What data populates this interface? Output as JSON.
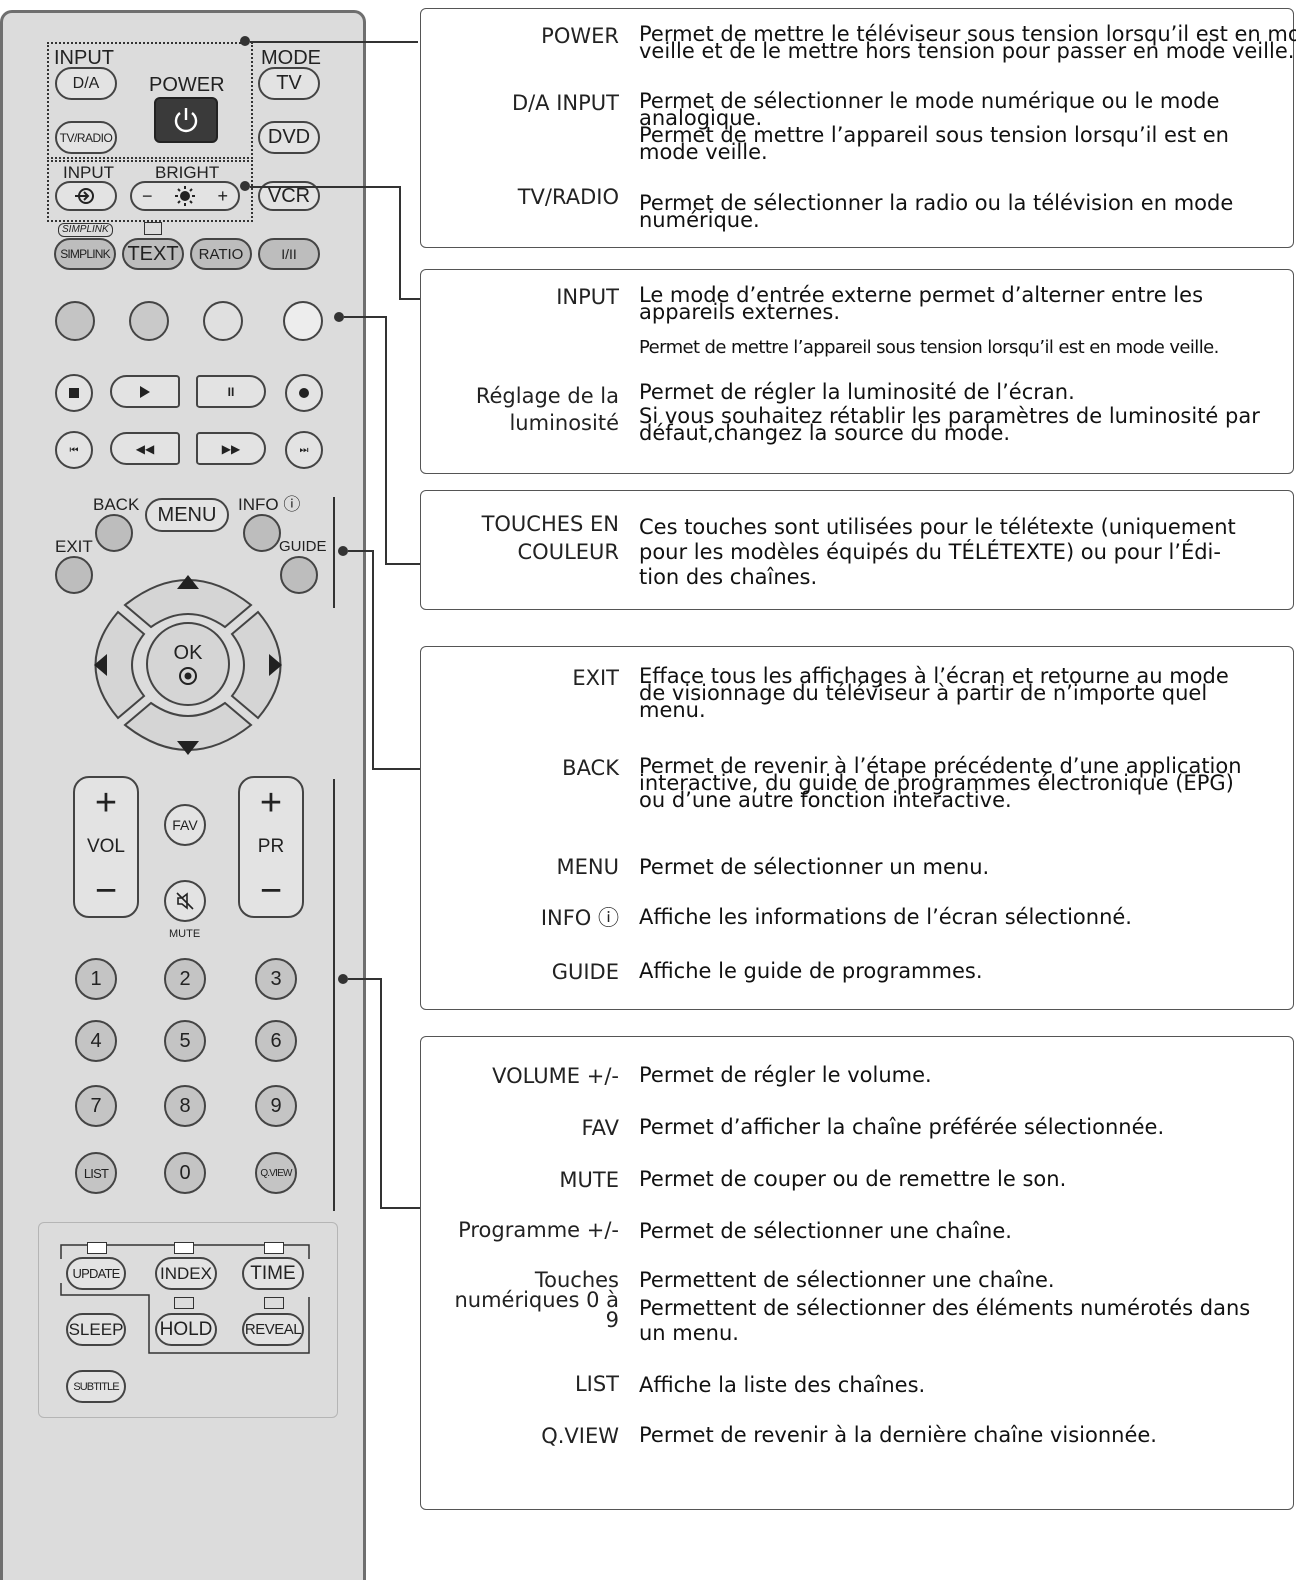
{
  "remote": {
    "input_label": "INPUT",
    "power_label": "POWER",
    "mode_label": "MODE",
    "da": "D/A",
    "tv": "TV",
    "tvradio": "TV/RADIO",
    "dvd": "DVD",
    "input2_label": "INPUT",
    "bright_label": "BRIGHT",
    "bright_minus": "−",
    "bright_plus": "+",
    "vcr": "VCR",
    "simplink_logo": "SIMPLINK",
    "simplink": "SIMPLINK",
    "text": "TEXT",
    "ratio": "RATIO",
    "i_ii": "I/II",
    "back_label": "BACK",
    "menu": "MENU",
    "info_label": "INFO ⓘ",
    "exit_label": "EXIT",
    "guide_label": "GUIDE",
    "ok": "OK",
    "vol": "VOL",
    "pr": "PR",
    "fav": "FAV",
    "mute": "MUTE",
    "digits": [
      "1",
      "2",
      "3",
      "4",
      "5",
      "6",
      "7",
      "8",
      "9"
    ],
    "list": "LIST",
    "zero": "0",
    "qview": "Q.VIEW",
    "update": "UPDATE",
    "index": "INDEX",
    "time": "TIME",
    "sleep": "SLEEP",
    "hold": "HOLD",
    "reveal": "REVEAL",
    "subtitle": "SUBTITLE"
  },
  "panel1": [
    {
      "term": "POWER",
      "desc": [
        "Permet de mettre le téléviseur sous tension lorsqu’il est en mode",
        "veille et de le mettre hors tension pour passer en mode veille."
      ]
    },
    {
      "term": "D/A INPUT",
      "desc": [
        "Permet de sélectionner le mode numérique ou le mode",
        "analogique.",
        "Permet de mettre l’appareil sous tension lorsqu’il est en",
        "mode veille."
      ]
    },
    {
      "term": "TV/RADIO",
      "desc": [
        "Permet de sélectionner la radio ou la télévision en mode",
        "numérique."
      ]
    }
  ],
  "panel2": [
    {
      "term": "INPUT",
      "desc": [
        "Le mode d’entrée externe permet d’alterner entre les",
        "appareils externes."
      ],
      "note": "Permet de mettre l’appareil sous tension lorsqu’il est en mode veille."
    },
    {
      "term": [
        "Réglage de la",
        "luminosité"
      ],
      "desc": [
        "Permet de régler la luminosité de l’écran.",
        "Si vous souhaitez rétablir les paramètres de luminosité par",
        "défaut,changez la source du mode."
      ]
    }
  ],
  "panel3": [
    {
      "term": [
        "TOUCHES EN",
        "COULEUR"
      ],
      "desc": [
        "Ces touches sont utilisées pour le télétexte (uniquement",
        "pour les modèles équipés du TÉLÉTEXTE) ou pour l’Édi-",
        "tion des chaînes."
      ]
    }
  ],
  "panel4": [
    {
      "term": "EXIT",
      "desc": [
        "Efface tous les affichages à l’écran et retourne au mode",
        "de visionnage du téléviseur à partir de n’importe quel",
        "menu."
      ]
    },
    {
      "term": "BACK",
      "desc": [
        "Permet de revenir à l’étape précédente d’une application",
        "interactive, du guide de programmes électronique (EPG)",
        "ou d’une autre fonction interactive."
      ]
    },
    {
      "term": "MENU",
      "desc": [
        "Permet de sélectionner un menu."
      ]
    },
    {
      "term": "INFO ⓘ",
      "desc": [
        "Affiche les informations de l’écran sélectionné."
      ]
    },
    {
      "term": "GUIDE",
      "desc": [
        "Affiche le guide de programmes."
      ]
    }
  ],
  "panel5": [
    {
      "term": "VOLUME +/-",
      "desc": [
        "Permet de régler le volume."
      ]
    },
    {
      "term": "FAV",
      "desc": [
        "Permet d’afficher la chaîne préférée sélectionnée."
      ]
    },
    {
      "term": "MUTE",
      "desc": [
        "Permet de couper ou de remettre le son."
      ]
    },
    {
      "term": "Programme +/-",
      "desc": [
        "Permet de sélectionner une chaîne."
      ]
    },
    {
      "term": [
        "Touches",
        "numériques 0 à",
        "9"
      ],
      "desc": [
        "Permettent de sélectionner une chaîne.",
        "Permettent de sélectionner des éléments numérotés dans",
        "un menu."
      ]
    },
    {
      "term": "LIST",
      "desc": [
        "Affiche la liste des chaînes."
      ]
    },
    {
      "term": "Q.VIEW",
      "desc": [
        "Permet de revenir à la dernière chaîne visionnée."
      ]
    }
  ]
}
